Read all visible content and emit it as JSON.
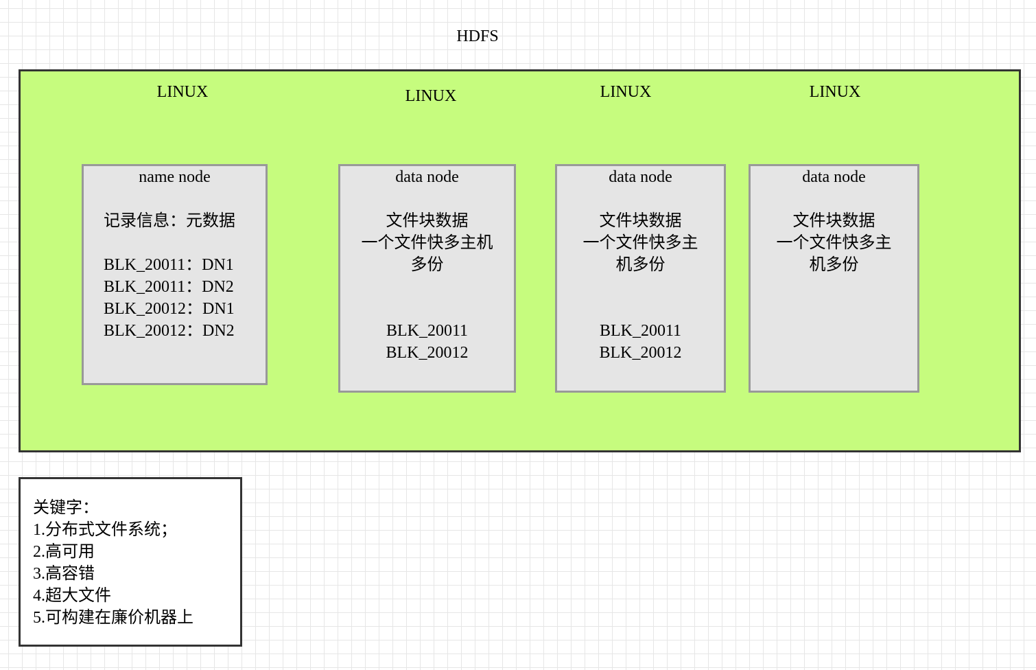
{
  "diagram": {
    "title": "HDFS",
    "hosts": [
      {
        "label": "LINUX"
      },
      {
        "label": "LINUX"
      },
      {
        "label": "LINUX"
      },
      {
        "label": "LINUX"
      }
    ],
    "name_node": {
      "title": "name node",
      "info": "记录信息：元数据",
      "entries": [
        "BLK_20011：DN1",
        "BLK_20011：DN2",
        "BLK_20012：DN1",
        "BLK_20012：DN2"
      ]
    },
    "data_nodes": [
      {
        "title": "data node",
        "desc_lines": [
          "文件块数据",
          "一个文件快多主机",
          "多份"
        ],
        "blocks": [
          "BLK_20011",
          "BLK_20012"
        ]
      },
      {
        "title": "data node",
        "desc_lines": [
          "文件块数据",
          "一个文件快多主",
          "机多份"
        ],
        "blocks": [
          "BLK_20011",
          "BLK_20012"
        ]
      },
      {
        "title": "data node",
        "desc_lines": [
          "文件块数据",
          "一个文件快多主",
          "机多份"
        ],
        "blocks": []
      }
    ]
  },
  "legend": {
    "heading": "关键字：",
    "items": [
      "1.分布式文件系统；",
      "2.高可用",
      "3.高容错",
      "4.超大文件",
      "5.可构建在廉价机器上"
    ]
  }
}
